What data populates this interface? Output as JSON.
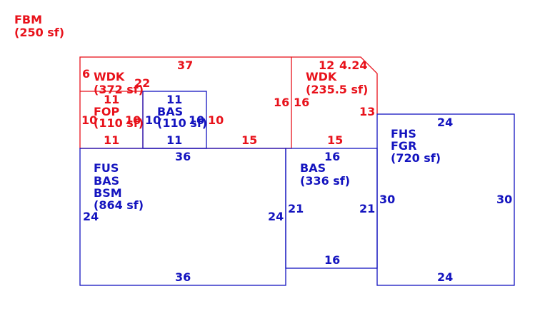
{
  "colors": {
    "red": "#e8121b",
    "blue": "#1414bf",
    "background": "#ffffff"
  },
  "fbm": {
    "code": "FBM",
    "area": "(250 sf)"
  },
  "wdk_left": {
    "code": "WDK",
    "area": "(372 sf)",
    "dim_top": "37",
    "dim_left": "6",
    "dim_inner": "22"
  },
  "fop": {
    "code": "FOP",
    "area": "(110 sf)",
    "dim_top": "11",
    "dim_bottom": "11",
    "dim_left": "10",
    "dim_right": "10"
  },
  "bas_small": {
    "code": "BAS",
    "area": "(110 sf)",
    "dim_top": "11",
    "dim_bottom": "11",
    "dim_left": "10",
    "dim_right": "10"
  },
  "wdk_mid": {
    "dim_right": "10",
    "dim_bottom": "15",
    "dim_side": "16"
  },
  "wdk_right": {
    "code": "WDK",
    "area": "(235.5 sf)",
    "dim_top": "12",
    "dim_corner": "4.24",
    "dim_left": "16",
    "dim_right": "13",
    "dim_bottom": "15"
  },
  "fus": {
    "codes": [
      "FUS",
      "BAS",
      "BSM"
    ],
    "area": "(864 sf)",
    "dim_top": "36",
    "dim_bottom": "36",
    "dim_left": "24",
    "dim_right": "24"
  },
  "bas_mid": {
    "code": "BAS",
    "area": "(336 sf)",
    "dim_top": "16",
    "dim_bottom": "16",
    "dim_left": "21",
    "dim_right": "21"
  },
  "fhs": {
    "codes": [
      "FHS",
      "FGR"
    ],
    "area": "(720 sf)",
    "dim_top": "24",
    "dim_bottom": "24",
    "dim_left": "30",
    "dim_right": "30"
  }
}
